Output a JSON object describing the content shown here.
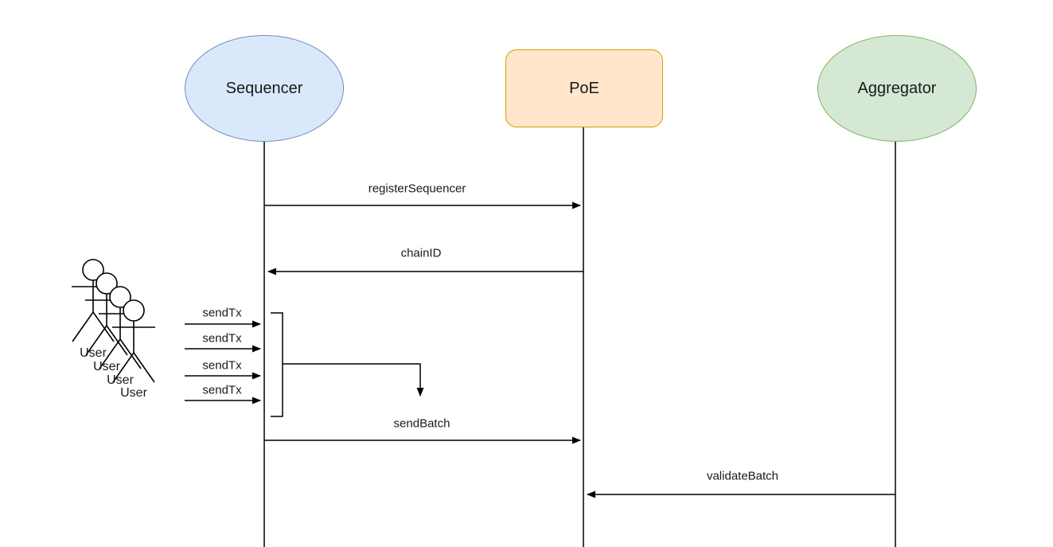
{
  "diagram": {
    "type": "sequence-diagram",
    "background": "#ffffff",
    "line_color": "#000000",
    "text_color": "#1a1a1a",
    "participants": [
      {
        "id": "sequencer",
        "label": "Sequencer",
        "shape": "ellipse",
        "fill": "#dae8fc",
        "stroke": "#6c8ebf"
      },
      {
        "id": "poe",
        "label": "PoE",
        "shape": "rounded-rectangle",
        "fill": "#ffe6cc",
        "stroke": "#d79b00"
      },
      {
        "id": "aggregator",
        "label": "Aggregator",
        "shape": "ellipse",
        "fill": "#d5e8d4",
        "stroke": "#82b366"
      }
    ],
    "messages": [
      {
        "label": "registerSequencer",
        "from": "Sequencer",
        "to": "PoE",
        "direction": "right"
      },
      {
        "label": "chainID",
        "from": "PoE",
        "to": "Sequencer",
        "direction": "left"
      },
      {
        "label": "sendTx",
        "from": "User",
        "to": "Sequencer",
        "direction": "right"
      },
      {
        "label": "sendTx",
        "from": "User",
        "to": "Sequencer",
        "direction": "right"
      },
      {
        "label": "sendTx",
        "from": "User",
        "to": "Sequencer",
        "direction": "right"
      },
      {
        "label": "sendTx",
        "from": "User",
        "to": "Sequencer",
        "direction": "right"
      },
      {
        "label": "sendBatch",
        "from": "Sequencer",
        "to": "PoE",
        "direction": "right"
      },
      {
        "label": "validateBatch",
        "from": "Aggregator",
        "to": "PoE",
        "direction": "left"
      }
    ],
    "users": [
      {
        "label": "User"
      },
      {
        "label": "User"
      },
      {
        "label": "User"
      },
      {
        "label": "User"
      }
    ]
  }
}
